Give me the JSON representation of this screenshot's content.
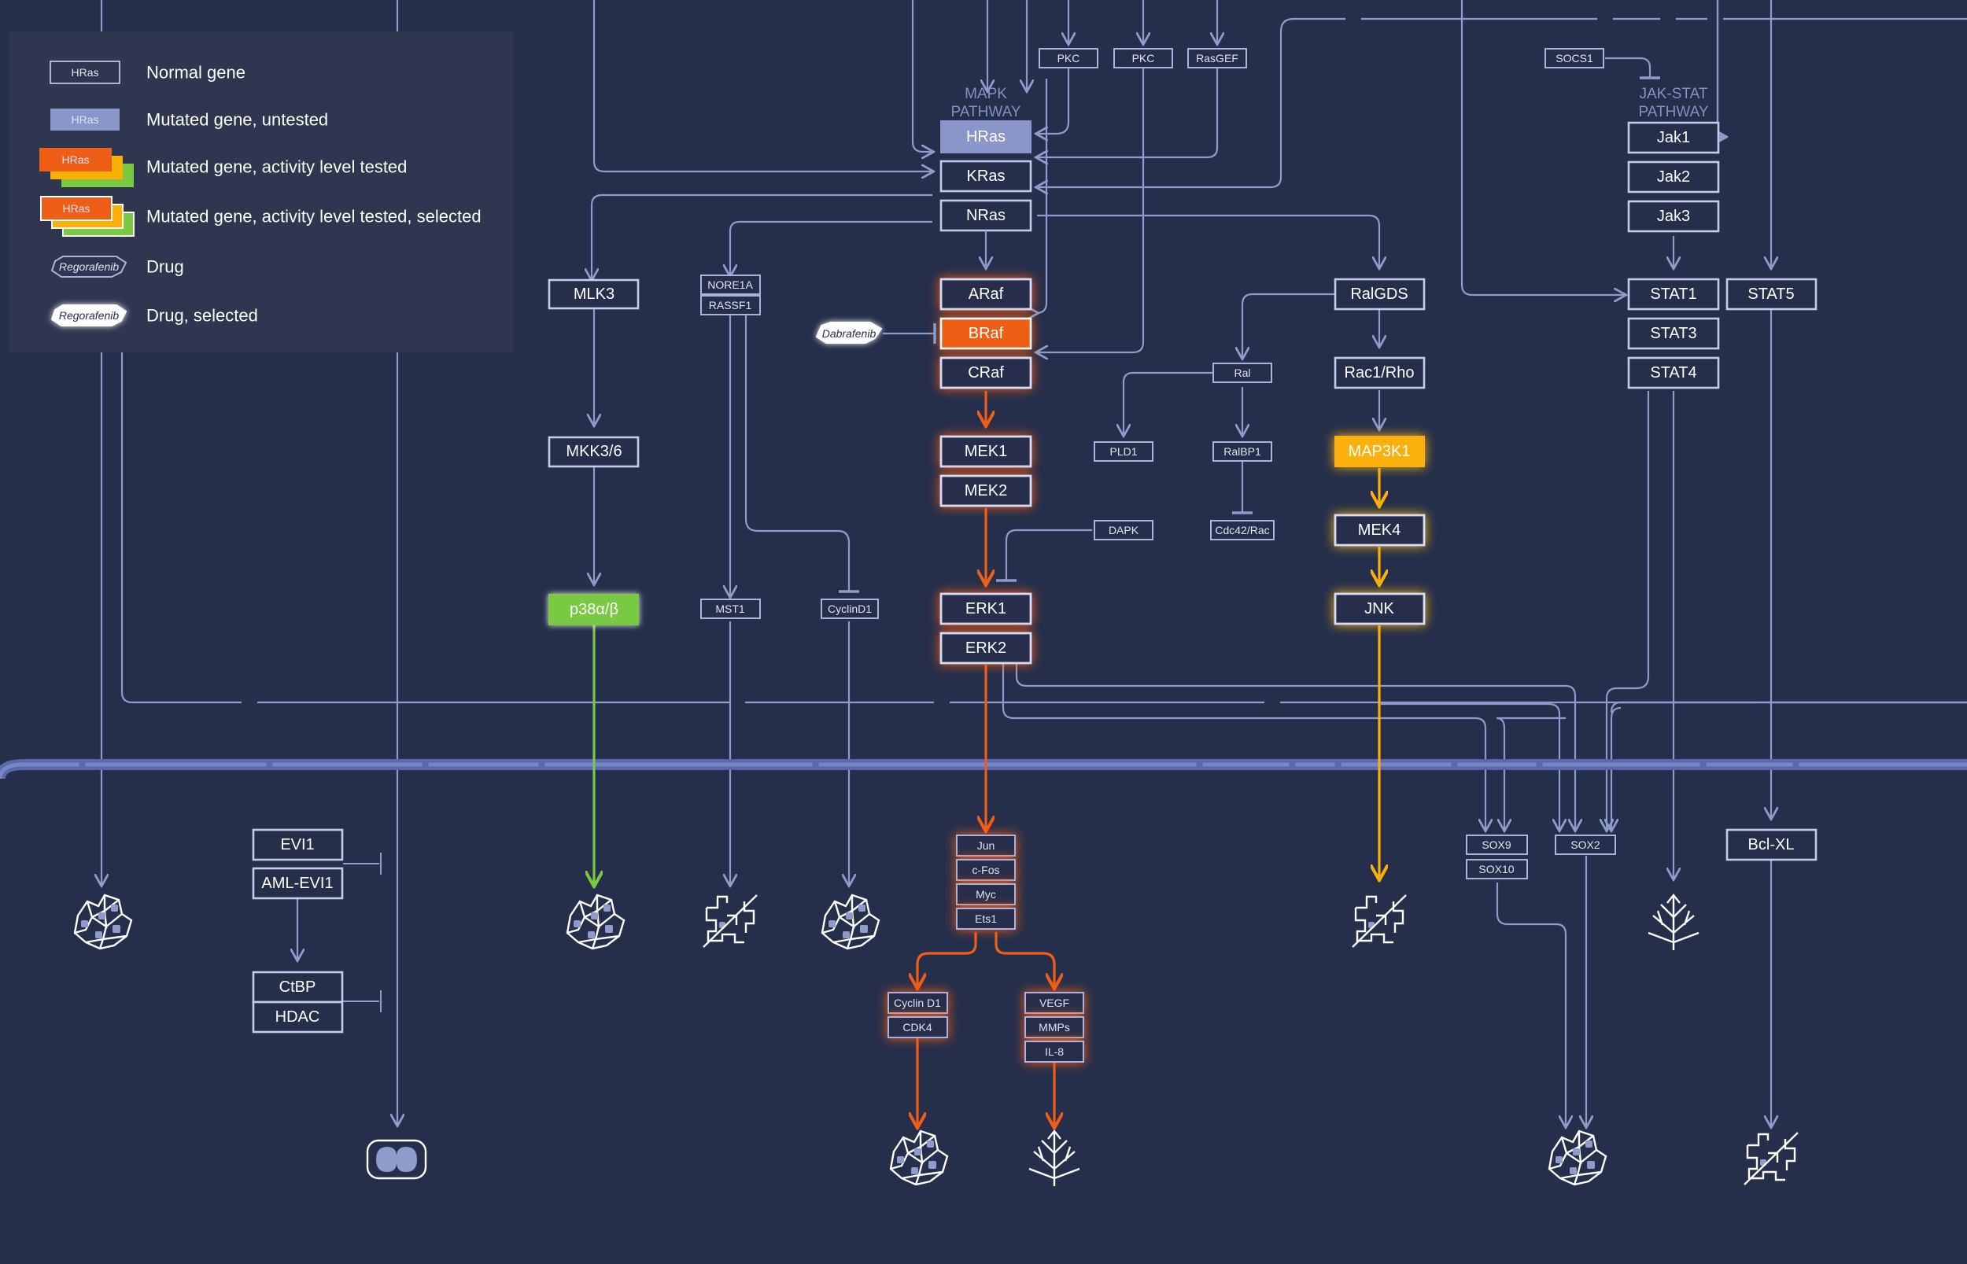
{
  "legend": {
    "normal": {
      "sample": "HRas",
      "label": "Normal gene"
    },
    "mutated_untested": {
      "sample": "HRas",
      "label": "Mutated gene, untested"
    },
    "mutated_tested": {
      "sample": "HRas",
      "label": "Mutated gene, activity level tested"
    },
    "mutated_tested_selected": {
      "sample": "HRas",
      "label": "Mutated gene, activity level tested, selected"
    },
    "drug": {
      "sample": "Regorafenib",
      "label": "Drug"
    },
    "drug_selected": {
      "sample": "Regorafenib",
      "label": "Drug, selected"
    }
  },
  "pathways": {
    "mapk": [
      "MAPK",
      "PATHWAY"
    ],
    "jakstat": [
      "JAK-STAT",
      "PATHWAY"
    ]
  },
  "drugs": {
    "dabrafenib": "Dabrafenib"
  },
  "genes": {
    "hras": "HRas",
    "kras": "KRas",
    "nras": "NRas",
    "pkc1": "PKC",
    "pkc2": "PKC",
    "rasgef": "RasGEF",
    "socs1": "SOCS1",
    "jak1": "Jak1",
    "jak2": "Jak2",
    "jak3": "Jak3",
    "mlk3": "MLK3",
    "nore1a": "NORE1A",
    "rassf1": "RASSF1",
    "araf": "ARaf",
    "braf": "BRaf",
    "craf": "CRaf",
    "ralgds": "RalGDS",
    "ral": "Ral",
    "rac1rho": "Rac1/Rho",
    "stat1": "STAT1",
    "stat3": "STAT3",
    "stat4": "STAT4",
    "stat5": "STAT5",
    "mkk36": "MKK3/6",
    "mek1": "MEK1",
    "mek2": "MEK2",
    "pld1": "PLD1",
    "ralbp1": "RalBP1",
    "map3k1": "MAP3K1",
    "mek4": "MEK4",
    "dapk": "DAPK",
    "cdc42rac": "Cdc42/Rac",
    "p38": "p38α/β",
    "mst1": "MST1",
    "cyclind1_top": "CyclinD1",
    "erk1": "ERK1",
    "erk2": "ERK2",
    "jnk": "JNK",
    "jun": "Jun",
    "cfos": "c-Fos",
    "myc": "Myc",
    "ets1": "Ets1",
    "sox9": "SOX9",
    "sox10": "SOX10",
    "sox2": "SOX2",
    "bclxl": "Bcl-XL",
    "evi1": "EVI1",
    "amlevi1": "AML-EVI1",
    "ctbp": "CtBP",
    "hdac": "HDAC",
    "cyclind1": "Cyclin D1",
    "cdk4": "CDK4",
    "vegf": "VEGF",
    "mmps": "MMPs",
    "il8": "IL-8"
  },
  "colors": {
    "background": "#252f4b",
    "legend_panel": "#2e3650",
    "line": "#8e9bcb",
    "mutated_untested": "#8a96c9",
    "activity_orange": "#ee5e17",
    "activity_green": "#7ac943",
    "activity_yellow": "#fab008",
    "membrane": "#5a69a8"
  }
}
